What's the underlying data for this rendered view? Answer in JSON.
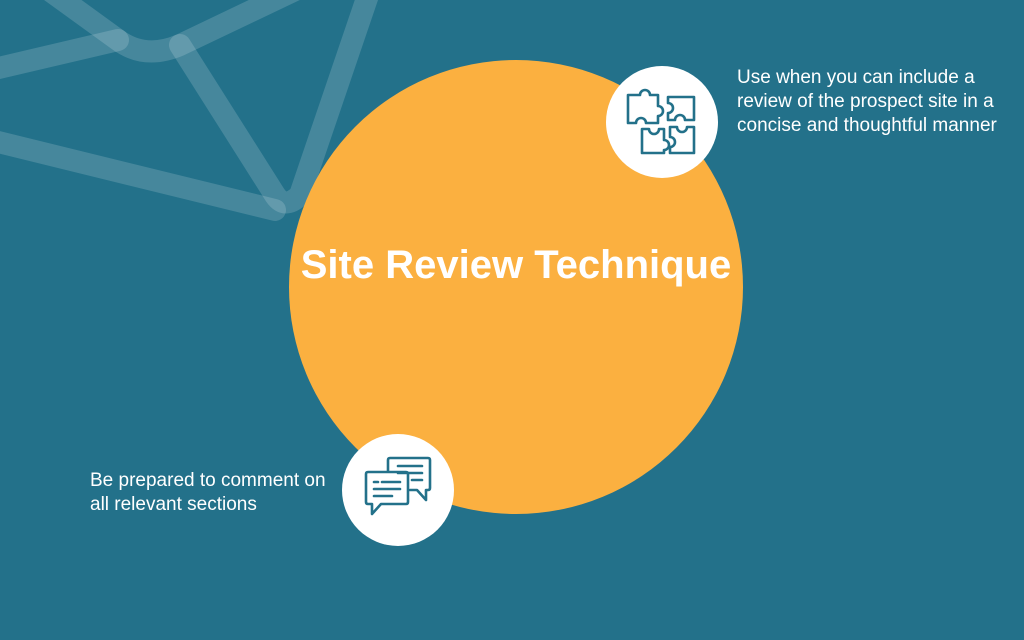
{
  "title": "Site Review Technique",
  "points": [
    {
      "icon": "puzzle-icon",
      "text": "Use when you can include a review of the prospect site in a concise and thoughtful manner"
    },
    {
      "icon": "chat-bubbles-icon",
      "text": "Be prepared to comment on all relevant sections"
    }
  ],
  "colors": {
    "background": "#23718a",
    "circle": "#fbb040",
    "icon": "#23718a",
    "text": "#ffffff"
  }
}
